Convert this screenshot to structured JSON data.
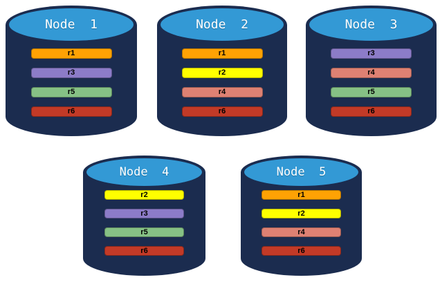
{
  "background": "#FFFFFF",
  "colors": {
    "cylinder_body": "#1B2C4F",
    "cylinder_top": "#3399D5",
    "node_label_text": "#FFFFFF",
    "partition_label_text": "#000000"
  },
  "partition_colors": {
    "r1": "#FFA204",
    "r2": "#FFFF00",
    "r3": "#8C7CC8",
    "r4": "#DE8173",
    "r5": "#86C185",
    "r6": "#C23A27"
  },
  "nodes": [
    {
      "label": "Node  1",
      "partitions": [
        "r1",
        "r3",
        "r5",
        "r6"
      ]
    },
    {
      "label": "Node  2",
      "partitions": [
        "r1",
        "r2",
        "r4",
        "r6"
      ]
    },
    {
      "label": "Node  3",
      "partitions": [
        "r3",
        "r4",
        "r5",
        "r6"
      ]
    },
    {
      "label": "Node  4",
      "partitions": [
        "r2",
        "r3",
        "r5",
        "r6"
      ]
    },
    {
      "label": "Node  5",
      "partitions": [
        "r1",
        "r2",
        "r4",
        "r6"
      ]
    }
  ]
}
